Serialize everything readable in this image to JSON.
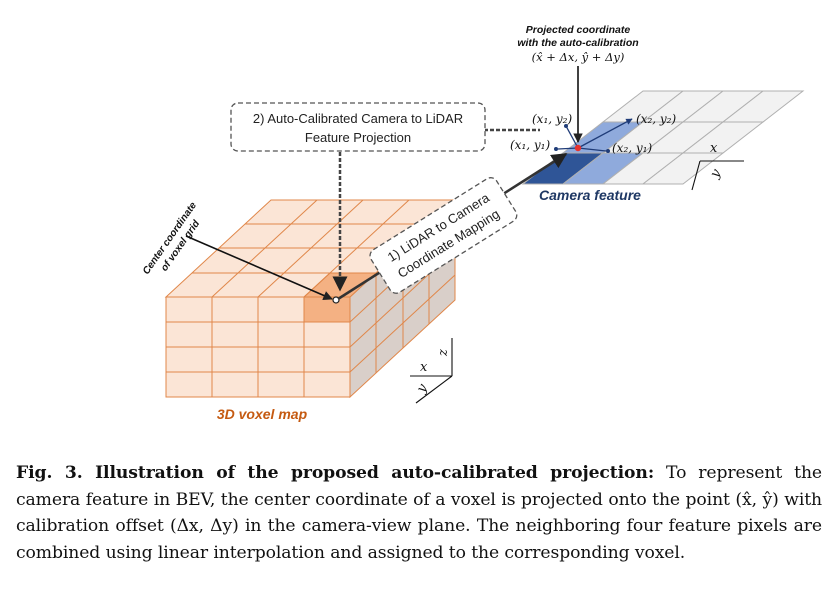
{
  "figure": {
    "projected_title_line1": "Projected coordinate",
    "projected_title_line2": "with the auto-calibration",
    "projected_formula": "(x̂ + Δx, ŷ + Δy)",
    "box2_line1": "2) Auto-Calibrated Camera to LiDAR",
    "box2_line2": "Feature Projection",
    "box1_line1": "1) LiDAR to Camera",
    "box1_line2": "Coordinate Mapping",
    "center_line1": "Center coordinate",
    "center_line2": "of voxel grid",
    "voxel_map_label": "3D voxel map",
    "camera_feature_label": "Camera feature",
    "pt_x1y2": "(x₁, y₂)",
    "pt_x2y2": "(x₂, y₂)",
    "pt_x1y1": "(x₁, y₁)",
    "pt_x2y1": "(x₂, y₁)",
    "axis_x": "x",
    "axis_y": "y",
    "axis_z": "z"
  },
  "caption": {
    "label": "Fig. 3. Illustration of the proposed auto-calibrated projection:",
    "text": "To represent the camera feature in BEV, the center coordinate of a voxel is projected onto the point (x̂, ŷ) with calibration offset (Δx, Δy) in the camera-view plane. The neighboring four feature pixels are combined using linear interpolation and assigned to the corresponding voxel."
  },
  "colors": {
    "voxel_fill": "#fbe5d6",
    "voxel_stroke": "#e0874a",
    "voxel_highlight": "#f4b183",
    "camera_dark": "#2f5597",
    "camera_light": "#8faadc",
    "camera_gray": "#f2f2f2",
    "red_point": "#e8322e"
  }
}
